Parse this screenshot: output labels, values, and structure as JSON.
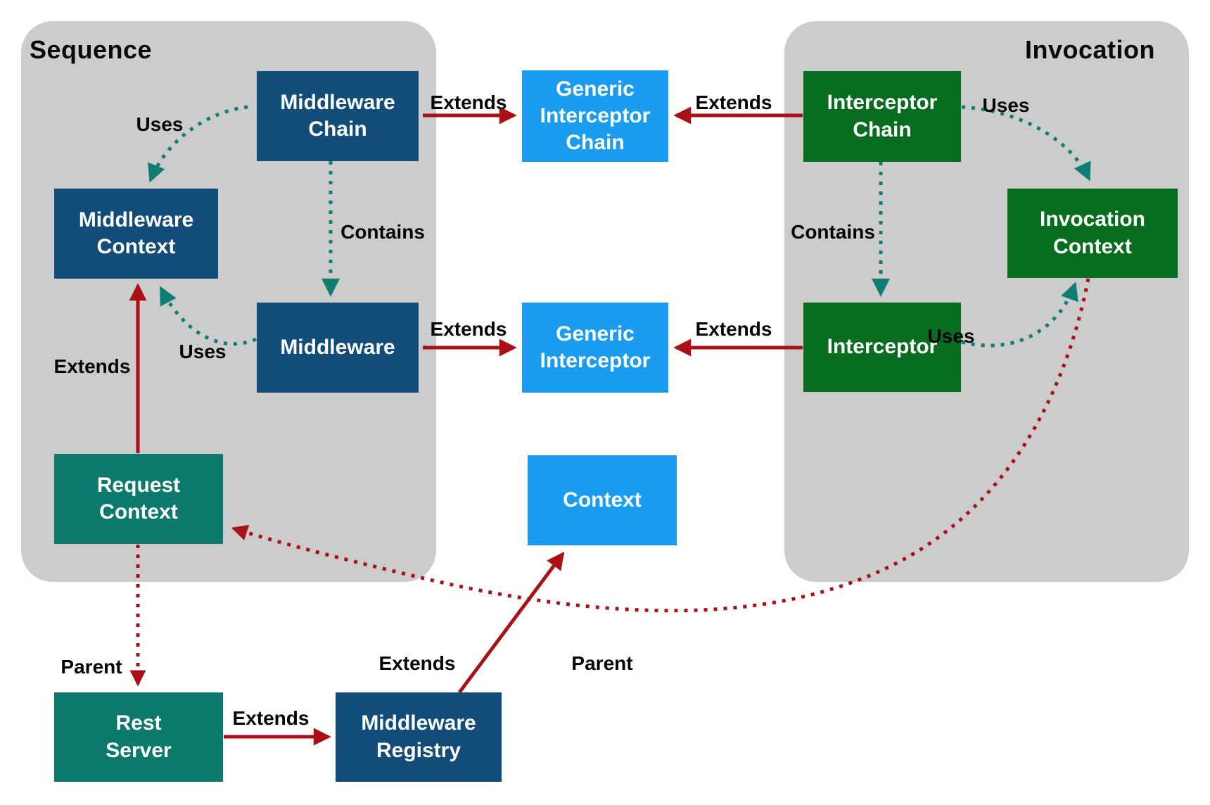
{
  "colors": {
    "navy": "#124C78",
    "green": "#076D1E",
    "blue": "#1A9CF1",
    "teal": "#0B7A6C",
    "group": "#CCCCCC",
    "red_arrow": "#AA1016",
    "teal_arrow": "#0F7E72"
  },
  "groups": {
    "sequence": {
      "title": "Sequence"
    },
    "invocation": {
      "title": "Invocation"
    }
  },
  "nodes": {
    "middleware_chain": {
      "label": "Middleware\nChain",
      "color": "navy"
    },
    "generic_interceptor_chain": {
      "label": "Generic\nInterceptor\nChain",
      "color": "blue"
    },
    "interceptor_chain": {
      "label": "Interceptor\nChain",
      "color": "green"
    },
    "middleware_context": {
      "label": "Middleware\nContext",
      "color": "navy"
    },
    "invocation_context": {
      "label": "Invocation\nContext",
      "color": "green"
    },
    "middleware": {
      "label": "Middleware",
      "color": "navy"
    },
    "generic_interceptor": {
      "label": "Generic\nInterceptor",
      "color": "blue"
    },
    "interceptor": {
      "label": "Interceptor",
      "color": "green"
    },
    "request_context": {
      "label": "Request\nContext",
      "color": "teal"
    },
    "context": {
      "label": "Context",
      "color": "blue"
    },
    "rest_server": {
      "label": "Rest\nServer",
      "color": "teal"
    },
    "middleware_registry": {
      "label": "Middleware\nRegistry",
      "color": "navy"
    }
  },
  "edge_labels": {
    "uses_top_left": "Uses",
    "extends_row1_left": "Extends",
    "extends_row1_right": "Extends",
    "uses_top_right": "Uses",
    "contains_left": "Contains",
    "contains_right": "Contains",
    "uses_row2_left": "Uses",
    "extends_row2_left": "Extends",
    "extends_row2_right": "Extends",
    "uses_row2_right": "Uses",
    "extends_request_to_middleware_context": "Extends",
    "parent_request_to_rest": "Parent",
    "extends_rest_to_registry": "Extends",
    "extends_registry_to_context": "Extends",
    "parent_invocation_to_request": "Parent"
  },
  "edges": [
    {
      "from": "middleware_chain",
      "to": "generic_interceptor_chain",
      "type": "extends",
      "style": "solid-red"
    },
    {
      "from": "interceptor_chain",
      "to": "generic_interceptor_chain",
      "type": "extends",
      "style": "solid-red"
    },
    {
      "from": "middleware",
      "to": "generic_interceptor",
      "type": "extends",
      "style": "solid-red"
    },
    {
      "from": "interceptor",
      "to": "generic_interceptor",
      "type": "extends",
      "style": "solid-red"
    },
    {
      "from": "request_context",
      "to": "middleware_context",
      "type": "extends",
      "style": "solid-red"
    },
    {
      "from": "rest_server",
      "to": "middleware_registry",
      "type": "extends",
      "style": "solid-red"
    },
    {
      "from": "middleware_registry",
      "to": "context",
      "type": "extends",
      "style": "solid-red"
    },
    {
      "from": "middleware_chain",
      "to": "middleware_context",
      "type": "uses",
      "style": "dotted-teal"
    },
    {
      "from": "middleware_chain",
      "to": "middleware",
      "type": "contains",
      "style": "dotted-teal"
    },
    {
      "from": "middleware",
      "to": "middleware_context",
      "type": "uses",
      "style": "dotted-teal"
    },
    {
      "from": "interceptor_chain",
      "to": "invocation_context",
      "type": "uses",
      "style": "dotted-teal"
    },
    {
      "from": "interceptor_chain",
      "to": "interceptor",
      "type": "contains",
      "style": "dotted-teal"
    },
    {
      "from": "interceptor",
      "to": "invocation_context",
      "type": "uses",
      "style": "dotted-teal"
    },
    {
      "from": "request_context",
      "to": "rest_server",
      "type": "parent",
      "style": "dotted-red"
    },
    {
      "from": "invocation_context",
      "to": "request_context",
      "type": "parent",
      "style": "dotted-red"
    }
  ]
}
